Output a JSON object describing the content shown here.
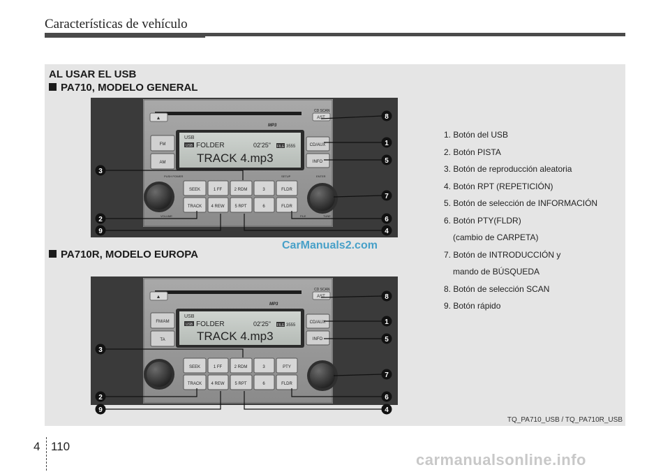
{
  "header": {
    "title": "Características de vehículo"
  },
  "panel": {
    "section_title": "AL USAR EL USB",
    "model_general": "PA710, MODELO GENERAL",
    "model_europa": "PA710R, MODELO EUROPA",
    "ref_code": "TQ_PA710_USB / TQ_PA710R_USB"
  },
  "legend": [
    "1. Botón del USB",
    "2. Botón PISTA",
    "3. Botón de reproducción aleatoria",
    "4. Botón RPT (REPETICIÓN)",
    "5. Botón de selección de INFORMACIÓN",
    "6. Botón PTY(FLDR)",
    "(cambio de CARPETA)",
    "7. Botón de INTRODUCCIÓN y",
    "mando de BÚSQUEDA",
    "8. Botón de selección SCAN",
    "9. Botón rápido"
  ],
  "radio_general": {
    "top_left_btn": "▲",
    "cd_scan": "CD SCAN",
    "ast": "AST",
    "mp3_logo": "MP3",
    "fm": "FM",
    "am": "AM",
    "cd_aux": "CD/AUX",
    "info": "INFO",
    "display_source": "USB",
    "display_usb_tag": "USB",
    "display_folder": "FOLDER",
    "display_time": "02'25\"",
    "display_file_tag": "FILE",
    "display_file_num": "3555",
    "display_track": "TRACK 4.mp3",
    "power": "PUSH POWER",
    "volume": "VOLUME",
    "setup": "SETUP",
    "enter": "ENTER",
    "file": "FILE",
    "tune": "TUNE",
    "preset_buttons": [
      "SEEK",
      "1 FF",
      "2 RDM",
      "3",
      "FLDR",
      "TRACK",
      "4 REW",
      "5 RPT",
      "6",
      "FLDR"
    ]
  },
  "radio_europa": {
    "top_left_btn": "▲",
    "cd_scan": "CD SCAN",
    "ast": "AST",
    "mp3_logo": "MP3",
    "fm": "FM/AM",
    "am": "TA",
    "cd_aux": "CD/AUX",
    "info": "INFO",
    "display_source": "USB",
    "display_usb_tag": "USB",
    "display_folder": "FOLDER",
    "display_time": "02'25\"",
    "display_file_tag": "FILE",
    "display_file_num": "3555",
    "display_track": "TRACK 4.mp3",
    "preset_buttons": [
      "SEEK",
      "1 FF",
      "2 RDM",
      "3",
      "PTY",
      "TRACK",
      "4 REW",
      "5 RPT",
      "6",
      "FLDR"
    ]
  },
  "callouts": [
    "8",
    "1",
    "5",
    "3",
    "7",
    "2",
    "6",
    "9",
    "4"
  ],
  "watermark": "CarManuals2.com",
  "footer": {
    "chapter": "4",
    "page": "110",
    "site": "carmanualsonline.info"
  }
}
